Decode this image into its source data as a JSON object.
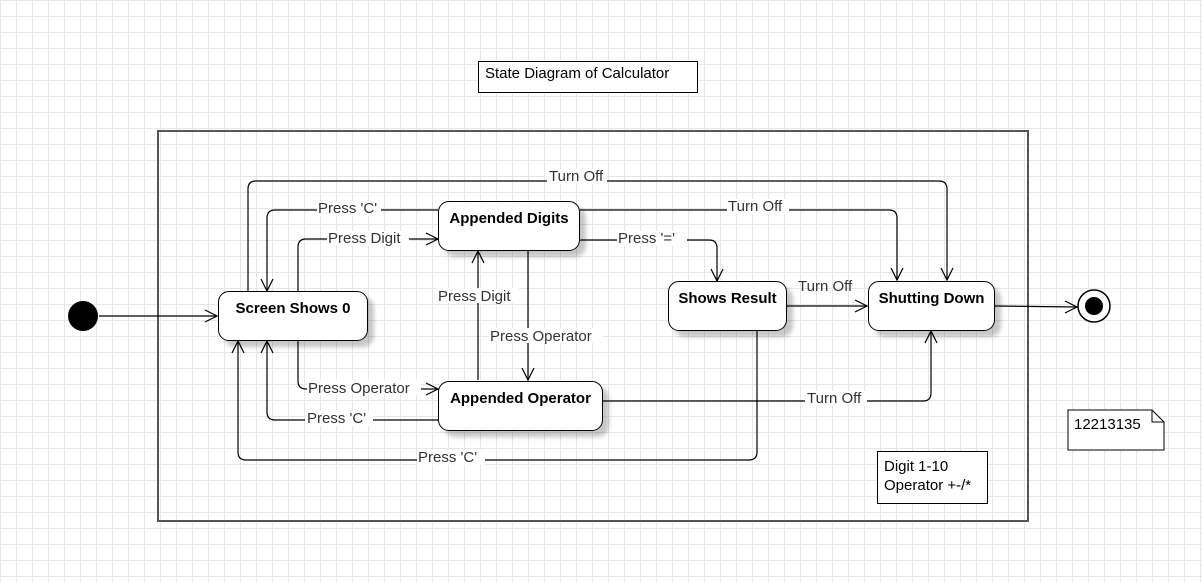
{
  "title": "State Diagram of Calculator",
  "states": {
    "screen_shows_0": "Screen Shows 0",
    "appended_digits": "Appended Digits",
    "appended_operator": "Appended Operator",
    "shows_result": "Shows Result",
    "shutting_down": "Shutting Down"
  },
  "transitions": {
    "turn_off_top": "Turn Off",
    "press_c_top": "Press 'C'",
    "press_digit_top": "Press Digit",
    "turn_off_digits": "Turn Off",
    "press_equals": "Press '='",
    "turn_off_result": "Turn Off",
    "press_digit_middle": "Press Digit",
    "press_operator_middle": "Press Operator",
    "press_operator_bottom": "Press Operator",
    "press_c_bottom": "Press 'C'",
    "turn_off_operator": "Turn Off",
    "press_c_result": "Press 'C'"
  },
  "note": {
    "id": "12213135"
  },
  "legend": {
    "line1": "Digit 1-10",
    "line2": "Operator +-/*"
  }
}
